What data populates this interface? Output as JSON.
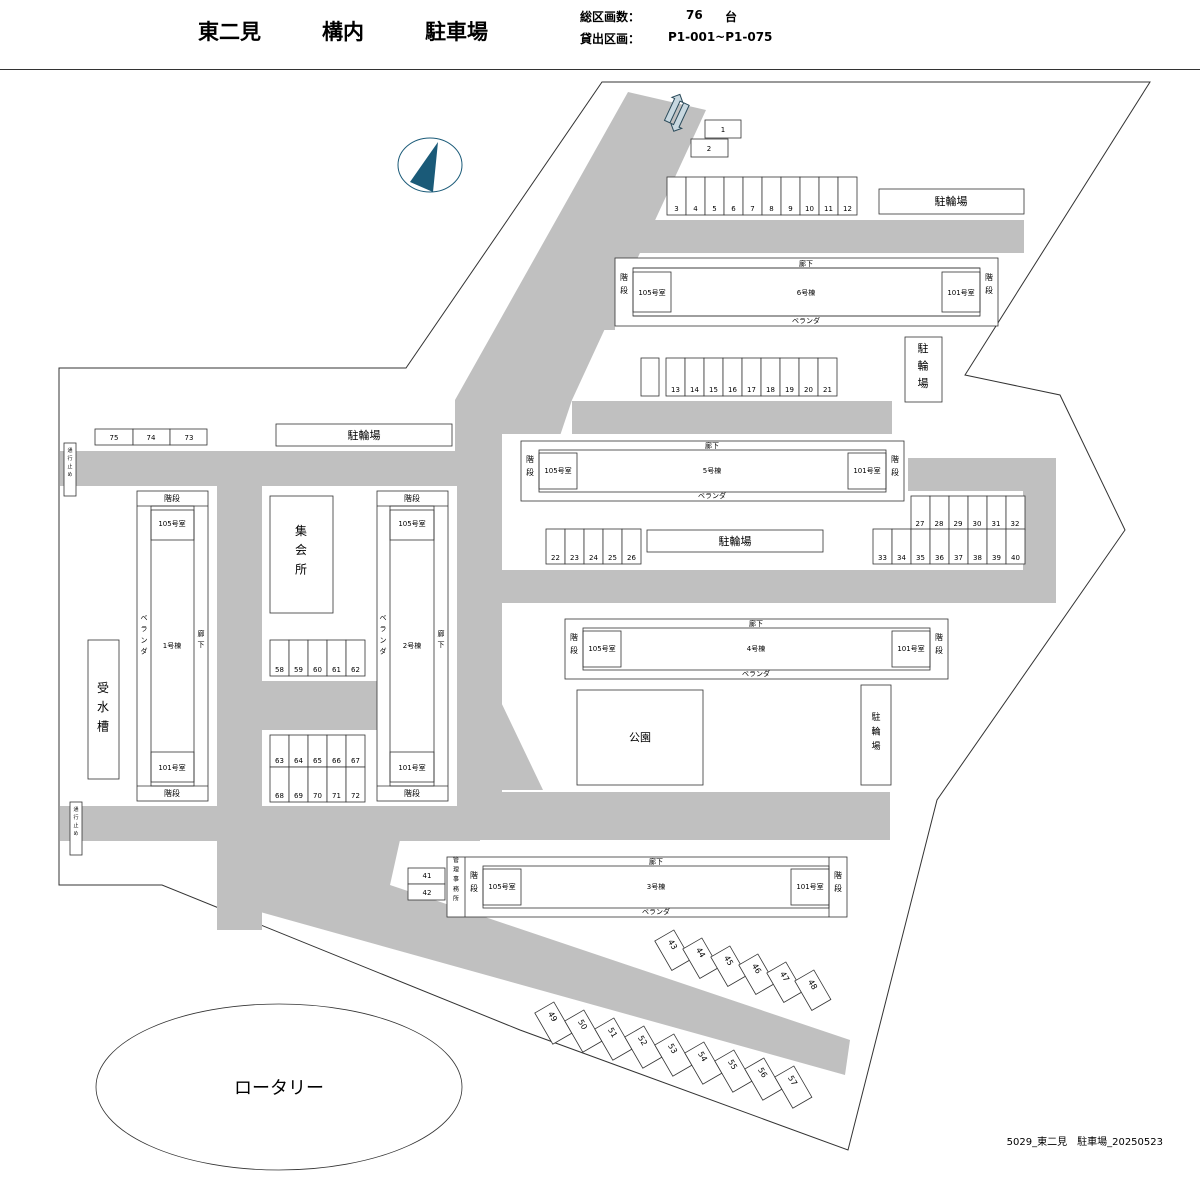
{
  "header": {
    "title1": "東二見",
    "title2": "構内",
    "title3": "駐車場",
    "total_label": "総区画数：",
    "total_value": "76",
    "total_unit": "台",
    "lease_label": "貸出区画：",
    "lease_value": "P1-001~P1-075"
  },
  "footer": {
    "doc_id": "5029_東二見　駐車場_20250523"
  },
  "map": {
    "colors": {
      "road": "#c0c0c0",
      "compass": "#1a5a78",
      "line": "#333333"
    },
    "buildings": {
      "b6": {
        "name": "6号棟",
        "room_left": "105号室",
        "room_right": "101号室",
        "stairs": "階段",
        "corridor": "廊下",
        "veranda": "ベランダ"
      },
      "b5": {
        "name": "5号棟",
        "room_left": "105号室",
        "room_right": "101号室",
        "stairs": "階段",
        "corridor": "廊下",
        "veranda": "ベランダ"
      },
      "b4": {
        "name": "4号棟",
        "room_left": "105号室",
        "room_right": "101号室",
        "stairs": "階段",
        "corridor": "廊下",
        "veranda": "ベランダ"
      },
      "b3": {
        "name": "3号棟",
        "room_left": "105号室",
        "room_right": "101号室",
        "stairs": "階段",
        "corridor": "廊下",
        "veranda": "ベランダ",
        "office": "管理事務所"
      },
      "b1": {
        "name": "1号棟",
        "room_top": "105号室",
        "room_bottom": "101号室",
        "stairs": "階段",
        "veranda": "ベランダ",
        "corridor": "廊下"
      },
      "b2": {
        "name": "2号棟",
        "room_top": "105号室",
        "room_bottom": "101号室",
        "stairs": "階段",
        "veranda": "ベランダ",
        "corridor": "廊下"
      }
    },
    "facilities": {
      "bike1": "駐輪場",
      "bike2": "駐輪場",
      "bike3": "駐輪場",
      "bike4": "駐輪場",
      "bike5": "駐輪場",
      "meeting_hall": "集会所",
      "water_tank": "受水槽",
      "park": "公園",
      "rotary": "ロータリー",
      "no_entry1": "通行止め",
      "no_entry2": "通行止め"
    }
  }
}
